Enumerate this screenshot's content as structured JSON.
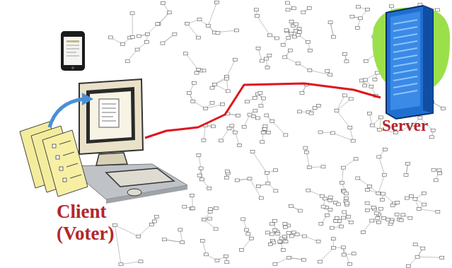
{
  "diagram": {
    "nodes": [
      {
        "text": [
          "Client (Voter)"
        ]
      },
      {
        "text": [
          "Server"
        ]
      }
    ],
    "edges": [
      {
        "from": 0,
        "to": 1,
        "arrow": "none"
      }
    ]
  }
}
